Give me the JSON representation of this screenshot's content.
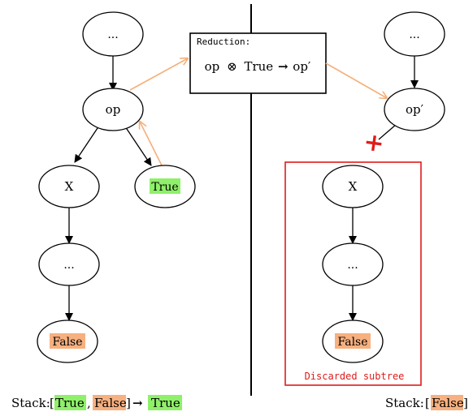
{
  "colors": {
    "true_highlight": "#8ff06a",
    "false_highlight": "#f7b07f",
    "reduction_arrow": "#f5b07a",
    "discard": "#e01b1b"
  },
  "left": {
    "top_node": "...",
    "op_node": "op",
    "x_node": "X",
    "true_node": "True",
    "mid_node": "...",
    "false_node": "False"
  },
  "reduction": {
    "label": "Reduction:",
    "lhs_op": "op",
    "otimes": "⊗",
    "rhs_true": "True",
    "arrow": "→",
    "result": "op′"
  },
  "right": {
    "top_node": "...",
    "op_prime_node": "op′",
    "cut_mark": "+",
    "x_node": "X",
    "mid_node": "...",
    "false_node": "False",
    "discard_label": "Discarded subtree"
  },
  "stack_left": {
    "label": "Stack:",
    "open": "[",
    "item1": "True",
    "comma": ",",
    "item2": "False",
    "close": "]",
    "arrow": "→",
    "result": "True"
  },
  "stack_right": {
    "label": "Stack:",
    "open": "[",
    "item1": "False",
    "close": "]"
  }
}
